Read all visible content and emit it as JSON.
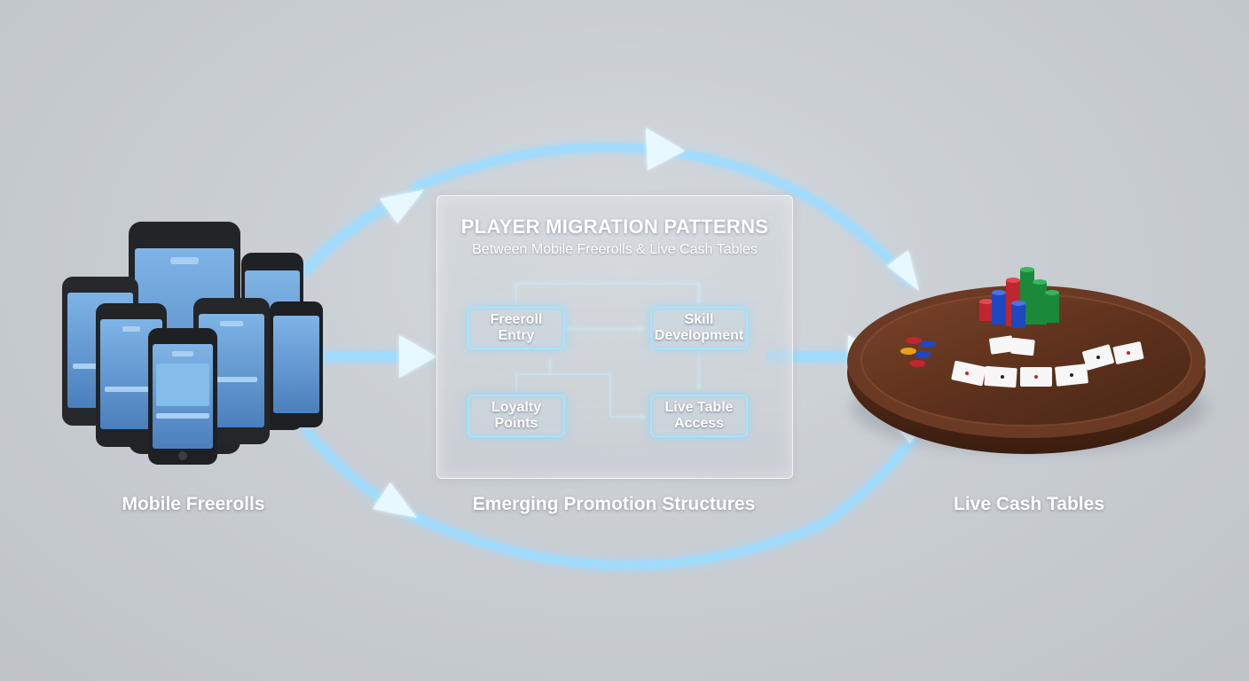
{
  "diagram": {
    "title": "PLAYER MIGRATION PATTERNS",
    "subtitle": "Between Mobile Freerolls & Live Cash Tables",
    "nodes": {
      "freeroll_entry": "Freeroll\nEntry",
      "skill_development": "Skill\nDevelopment",
      "loyalty_points": "Loyalty\nPoints",
      "live_table_access": "Live Table\nAccess"
    },
    "captions": {
      "left": "Mobile Freerolls",
      "center": "Emerging Promotion Structures",
      "right": "Live Cash Tables"
    }
  },
  "colors": {
    "flow_glow": "#8fd6ff",
    "node_border": "#a9e4f8",
    "table_wood": "#6b3a24",
    "phone_screen": "#6aa3d8"
  },
  "icons": [
    "smartphone-icon",
    "poker-table-icon",
    "poker-chip-icon",
    "playing-card-icon",
    "arrow-icon"
  ]
}
